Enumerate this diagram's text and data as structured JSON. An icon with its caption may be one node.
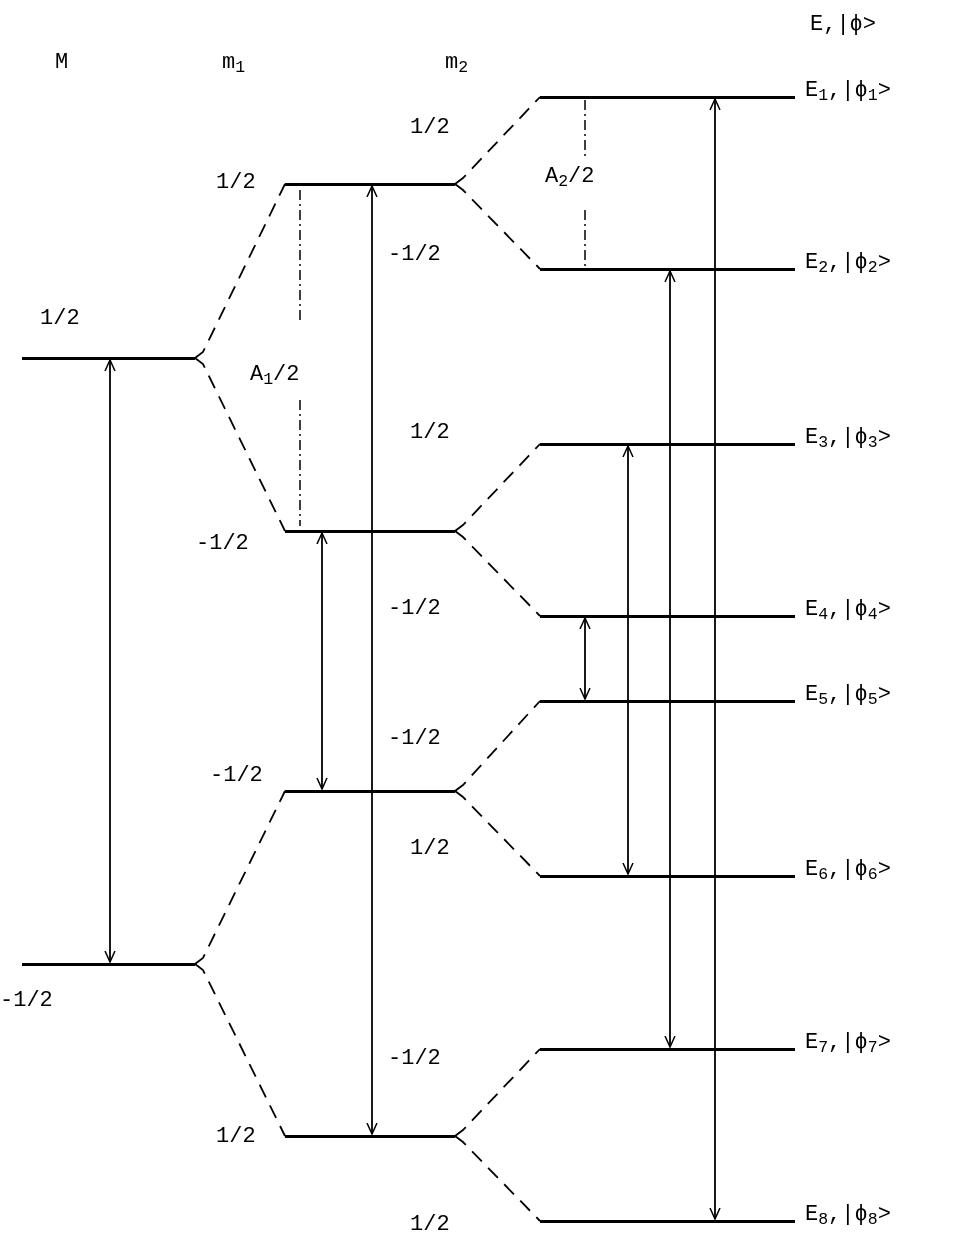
{
  "diagram": {
    "nodes": [
      {
        "text": [
          "1/2"
        ]
      },
      {
        "text": [
          "-1/2"
        ]
      },
      {
        "text": [
          "1/2"
        ]
      },
      {
        "text": [
          "-1/2"
        ]
      },
      {
        "text": [
          "-1/2"
        ]
      },
      {
        "text": [
          "1/2"
        ]
      },
      {
        "text": [
          "E$_{1}$,|ϕ$_{1}$>"
        ]
      },
      {
        "text": [
          "E$_{2}$,|ϕ$_{2}$>"
        ]
      },
      {
        "text": [
          "E$_{3}$,|ϕ$_{3}$>"
        ]
      },
      {
        "text": [
          "E$_{4}$,|ϕ$_{4}$>"
        ]
      },
      {
        "text": [
          "E$_{5}$,|ϕ$_{5}$>"
        ]
      },
      {
        "text": [
          "E$_{6}$,|ϕ$_{6}$>"
        ]
      },
      {
        "text": [
          "E$_{7}$,|ϕ$_{7}$>"
        ]
      },
      {
        "text": [
          "E$_{8}$,|ϕ$_{8}$>"
        ]
      }
    ],
    "edges": [
      {
        "from": 0,
        "to": 2,
        "arrow": "none",
        "style": "dashed"
      },
      {
        "from": 0,
        "to": 3,
        "arrow": "none",
        "style": "dashed"
      },
      {
        "from": 1,
        "to": 4,
        "arrow": "none",
        "style": "dashed"
      },
      {
        "from": 1,
        "to": 5,
        "arrow": "none",
        "style": "dashed"
      },
      {
        "from": 2,
        "to": 6,
        "arrow": "none",
        "style": "dashed"
      },
      {
        "from": 2,
        "to": 7,
        "arrow": "none",
        "style": "dashed"
      },
      {
        "from": 3,
        "to": 8,
        "arrow": "none",
        "style": "dashed"
      },
      {
        "from": 3,
        "to": 9,
        "arrow": "none",
        "style": "dashed"
      },
      {
        "from": 4,
        "to": 10,
        "arrow": "none",
        "style": "dashed"
      },
      {
        "from": 4,
        "to": 11,
        "arrow": "none",
        "style": "dashed"
      },
      {
        "from": 5,
        "to": 12,
        "arrow": "none",
        "style": "dashed"
      },
      {
        "from": 5,
        "to": 13,
        "arrow": "none",
        "style": "dashed"
      },
      {
        "from": 0,
        "to": 1,
        "arrow": "both"
      },
      {
        "from": 2,
        "to": 5,
        "arrow": "both"
      },
      {
        "from": 3,
        "to": 4,
        "arrow": "both"
      },
      {
        "from": 6,
        "to": 13,
        "arrow": "both"
      },
      {
        "from": 7,
        "to": 12,
        "arrow": "both"
      },
      {
        "from": 8,
        "to": 11,
        "arrow": "both"
      },
      {
        "from": 9,
        "to": 10,
        "arrow": "both"
      }
    ],
    "labels": [
      "E,|ϕ>",
      "M",
      "m$_{1}$",
      "m$_{2}$",
      "1/2",
      "A$_{2}$/2",
      "-1/2",
      "A$_{1}$/2",
      "1/2",
      "-1/2",
      "-1/2",
      "1/2",
      "-1/2",
      "1/2"
    ]
  }
}
